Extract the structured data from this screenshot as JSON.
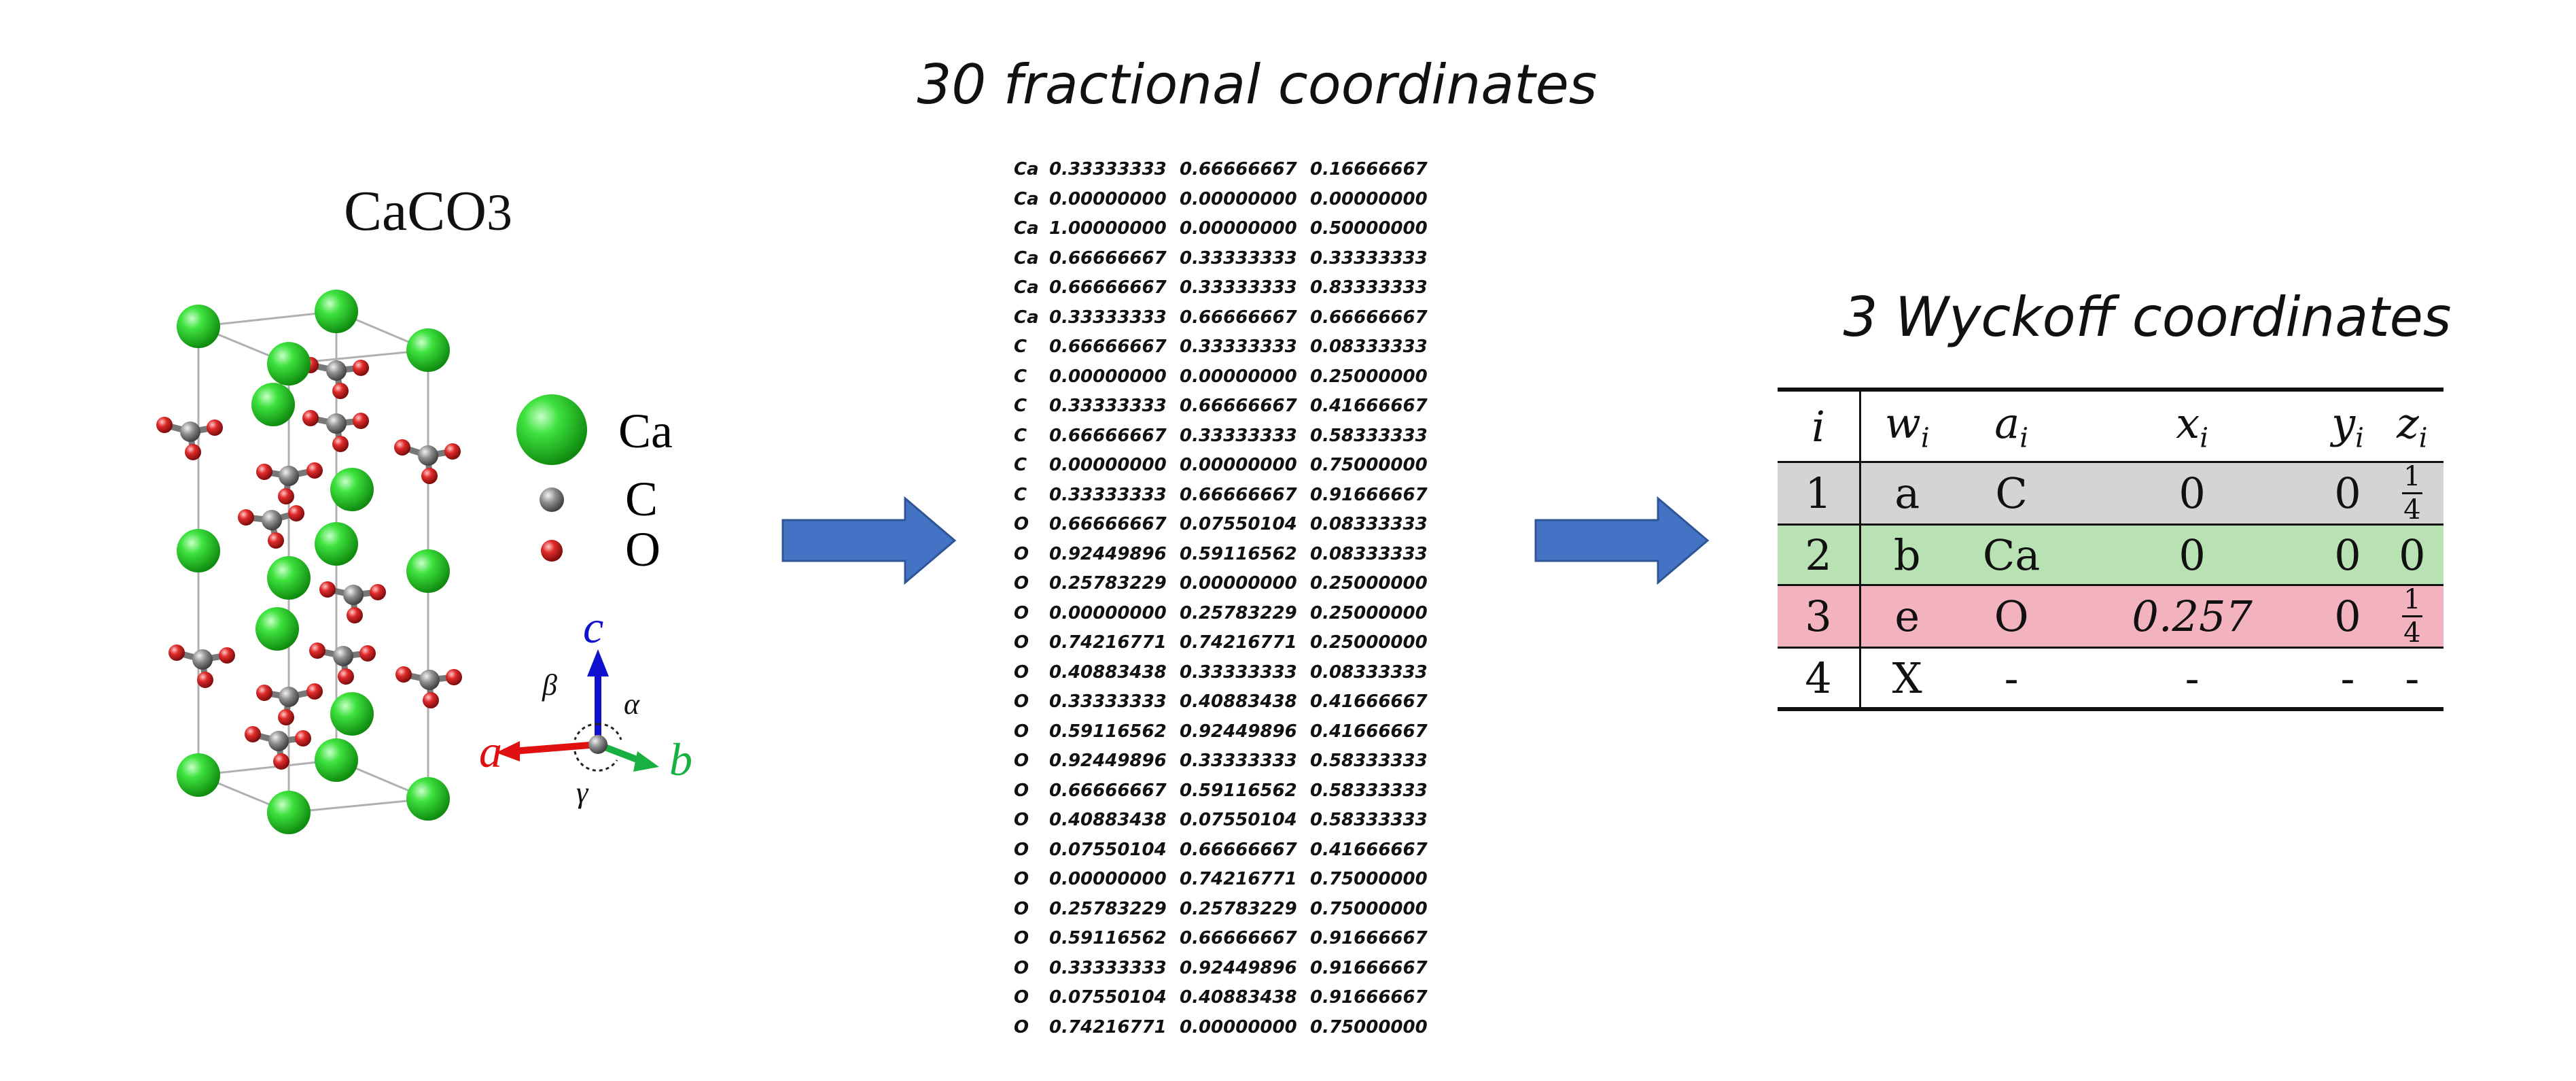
{
  "crystal": {
    "title_main": "CaCO",
    "title_sub": "3",
    "legend": [
      {
        "label": "Ca",
        "color": "#2ec82e"
      },
      {
        "label": "C",
        "color": "#8a8a8a"
      },
      {
        "label": "O",
        "color": "#d42a2a"
      }
    ],
    "axes": {
      "a": "a",
      "b": "b",
      "c": "c",
      "alpha": "α",
      "beta": "β",
      "gamma": "γ"
    },
    "axis_colors": {
      "a": "#e01010",
      "b": "#18b040",
      "c": "#1010d0"
    }
  },
  "arrows_color": "#4472c4",
  "fractional": {
    "title": "30 fractional coordinates",
    "rows": [
      {
        "el": "Ca",
        "x": "0.33333333",
        "y": "0.66666667",
        "z": "0.16666667"
      },
      {
        "el": "Ca",
        "x": "0.00000000",
        "y": "0.00000000",
        "z": "0.00000000"
      },
      {
        "el": "Ca",
        "x": "1.00000000",
        "y": "0.00000000",
        "z": "0.50000000"
      },
      {
        "el": "Ca",
        "x": "0.66666667",
        "y": "0.33333333",
        "z": "0.33333333"
      },
      {
        "el": "Ca",
        "x": "0.66666667",
        "y": "0.33333333",
        "z": "0.83333333"
      },
      {
        "el": "Ca",
        "x": "0.33333333",
        "y": "0.66666667",
        "z": "0.66666667"
      },
      {
        "el": "C",
        "x": "0.66666667",
        "y": "0.33333333",
        "z": "0.08333333"
      },
      {
        "el": "C",
        "x": "0.00000000",
        "y": "0.00000000",
        "z": "0.25000000"
      },
      {
        "el": "C",
        "x": "0.33333333",
        "y": "0.66666667",
        "z": "0.41666667"
      },
      {
        "el": "C",
        "x": "0.66666667",
        "y": "0.33333333",
        "z": "0.58333333"
      },
      {
        "el": "C",
        "x": "0.00000000",
        "y": "0.00000000",
        "z": "0.75000000"
      },
      {
        "el": "C",
        "x": "0.33333333",
        "y": "0.66666667",
        "z": "0.91666667"
      },
      {
        "el": "O",
        "x": "0.66666667",
        "y": "0.07550104",
        "z": "0.08333333"
      },
      {
        "el": "O",
        "x": "0.92449896",
        "y": "0.59116562",
        "z": "0.08333333"
      },
      {
        "el": "O",
        "x": "0.25783229",
        "y": "0.00000000",
        "z": "0.25000000"
      },
      {
        "el": "O",
        "x": "0.00000000",
        "y": "0.25783229",
        "z": "0.25000000"
      },
      {
        "el": "O",
        "x": "0.74216771",
        "y": "0.74216771",
        "z": "0.25000000"
      },
      {
        "el": "O",
        "x": "0.40883438",
        "y": "0.33333333",
        "z": "0.08333333"
      },
      {
        "el": "O",
        "x": "0.33333333",
        "y": "0.40883438",
        "z": "0.41666667"
      },
      {
        "el": "O",
        "x": "0.59116562",
        "y": "0.92449896",
        "z": "0.41666667"
      },
      {
        "el": "O",
        "x": "0.92449896",
        "y": "0.33333333",
        "z": "0.58333333"
      },
      {
        "el": "O",
        "x": "0.66666667",
        "y": "0.59116562",
        "z": "0.58333333"
      },
      {
        "el": "O",
        "x": "0.40883438",
        "y": "0.07550104",
        "z": "0.58333333"
      },
      {
        "el": "O",
        "x": "0.07550104",
        "y": "0.66666667",
        "z": "0.41666667"
      },
      {
        "el": "O",
        "x": "0.00000000",
        "y": "0.74216771",
        "z": "0.75000000"
      },
      {
        "el": "O",
        "x": "0.25783229",
        "y": "0.25783229",
        "z": "0.75000000"
      },
      {
        "el": "O",
        "x": "0.59116562",
        "y": "0.66666667",
        "z": "0.91666667"
      },
      {
        "el": "O",
        "x": "0.33333333",
        "y": "0.92449896",
        "z": "0.91666667"
      },
      {
        "el": "O",
        "x": "0.07550104",
        "y": "0.40883438",
        "z": "0.91666667"
      },
      {
        "el": "O",
        "x": "0.74216771",
        "y": "0.00000000",
        "z": "0.75000000"
      }
    ]
  },
  "wyckoff": {
    "title": "3 Wyckoff coordinates",
    "headers": {
      "i": "i",
      "w": "w",
      "a": "a",
      "x": "x",
      "y": "y",
      "z": "z",
      "sub": "i"
    },
    "rows": [
      {
        "i": "1",
        "w": "a",
        "a": "C",
        "x": "0",
        "y": "0",
        "z_num": "1",
        "z_den": "4"
      },
      {
        "i": "2",
        "w": "b",
        "a": "Ca",
        "x": "0",
        "y": "0",
        "z": "0"
      },
      {
        "i": "3",
        "w": "e",
        "a": "O",
        "x": "0.257",
        "y": "0",
        "z_num": "1",
        "z_den": "4"
      },
      {
        "i": "4",
        "w": "X",
        "a": "-",
        "x": "-",
        "y": "-",
        "z": "-"
      }
    ]
  }
}
